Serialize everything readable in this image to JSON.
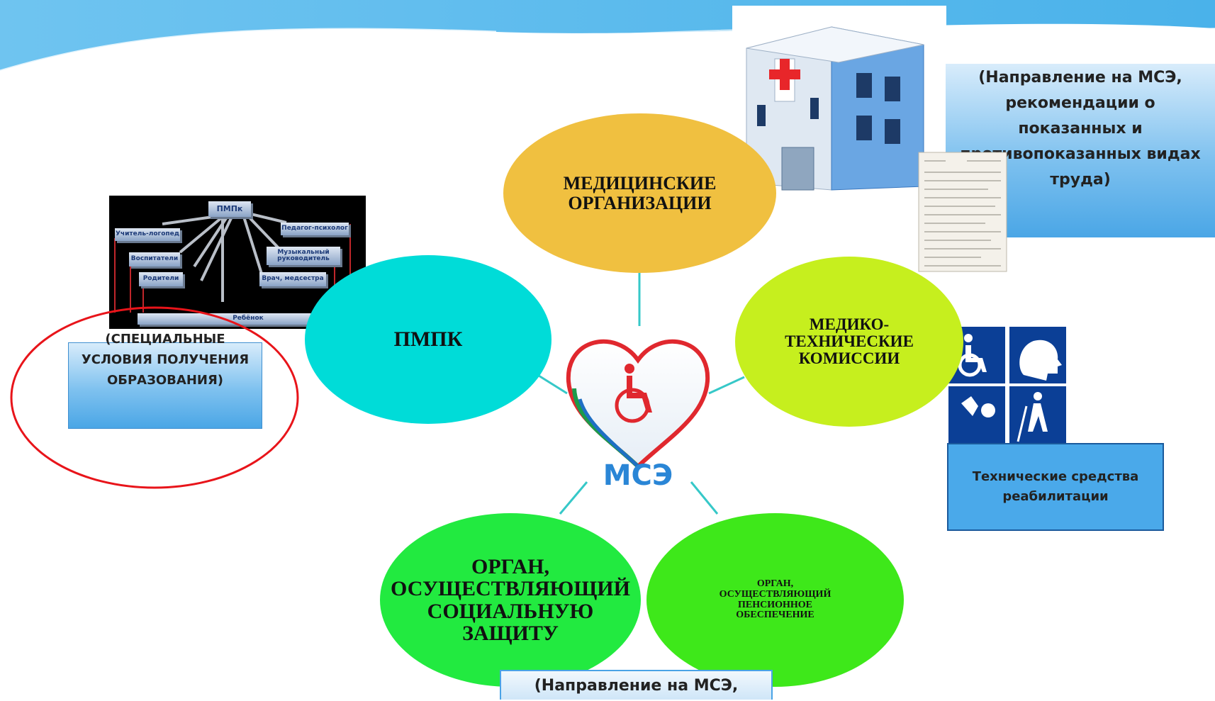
{
  "center": {
    "logo_text": "МСЭ"
  },
  "nodes": {
    "med_org": "МЕДИЦИНСКИЕ ОРГАНИЗАЦИИ",
    "pmpk": "ПМПК",
    "med_tech": "МЕДИКО-ТЕХНИЧЕСКИЕ КОМИССИИ",
    "social": "ОРГАН, ОСУЩЕСТВЛЯЮЩИЙ СОЦИАЛЬНУЮ ЗАЩИТУ",
    "pension": "ОРГАН, ОСУЩЕСТВЛЯЮЩИЙ ПЕНСИОННОЕ ОБЕСПЕЧЕНИЕ"
  },
  "notes": {
    "top_right": "(Направление на МСЭ, рекомендации о показанных и противопоказанных видах труда)",
    "left": "(СПЕЦИАЛЬНЫЕ УСЛОВИЯ ПОЛУЧЕНИЯ ОБРАЗОВАНИЯ)",
    "right": "Технические средства реабилитации",
    "bottom": "(Направление на МСЭ,"
  },
  "pmpk_diagram": {
    "top": "ПМПк",
    "teacher": "Учитель-логопед",
    "educators": "Воспитатели",
    "parents": "Родители",
    "psychologist": "Педагог-психолог",
    "music": "Музыкальный руководитель",
    "doctor": "Врач, медсестра",
    "child": "Ребёнок"
  },
  "colors": {
    "med_org": "#f0c040",
    "pmpk": "#00dcd8",
    "med_tech": "#c6ef1e",
    "social": "#22ea40",
    "pension": "#3ee81a",
    "connector": "#36c8c8",
    "red_circle": "#e8141a"
  }
}
